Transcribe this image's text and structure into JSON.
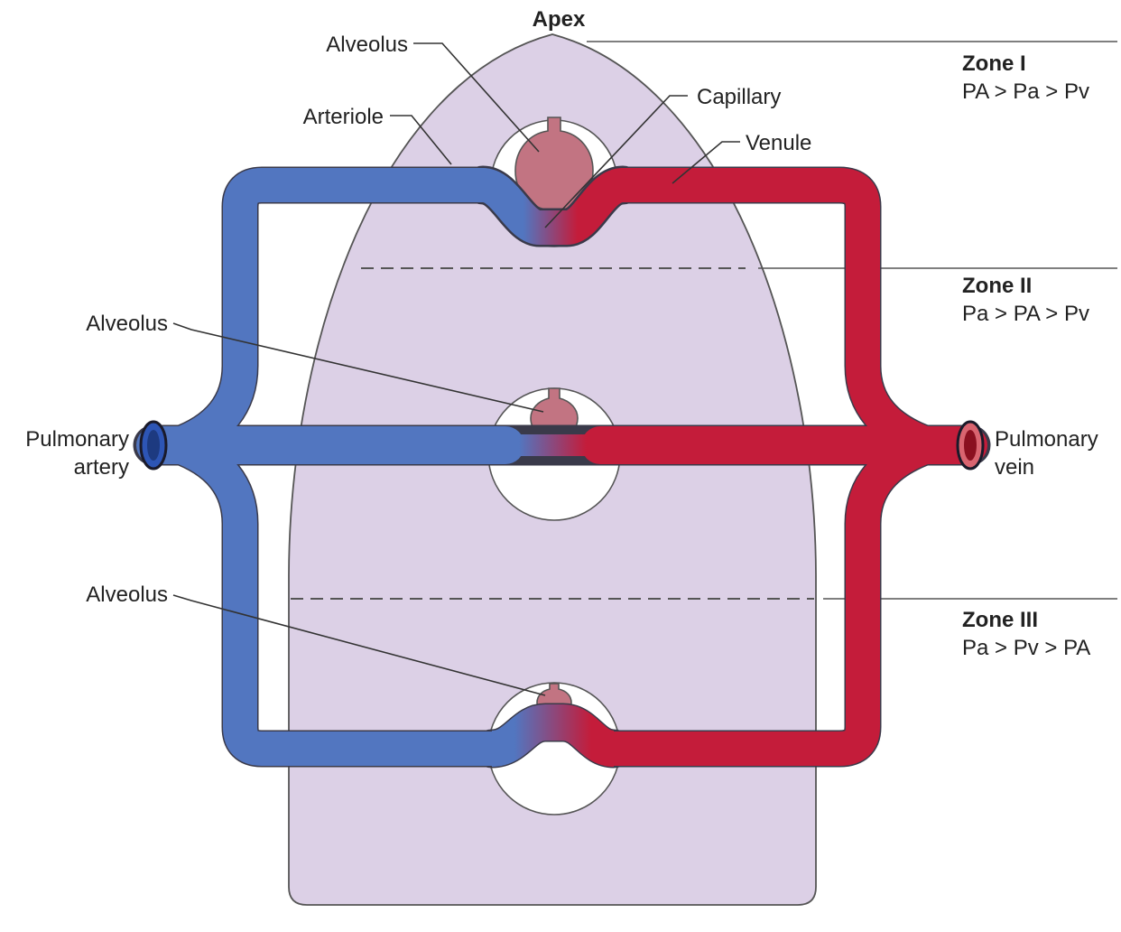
{
  "title": "Apex",
  "labels": {
    "alveolus_top": "Alveolus",
    "alveolus_mid": "Alveolus",
    "alveolus_bottom": "Alveolus",
    "arteriole": "Arteriole",
    "capillary": "Capillary",
    "venule": "Venule",
    "pulmonary_artery_line1": "Pulmonary",
    "pulmonary_artery_line2": "artery",
    "pulmonary_vein_line1": "Pulmonary",
    "pulmonary_vein_line2": "vein"
  },
  "zones": [
    {
      "name": "Zone I",
      "relation": "PA > Pa > Pv"
    },
    {
      "name": "Zone II",
      "relation": "Pa > PA > Pv"
    },
    {
      "name": "Zone III",
      "relation": "Pa > Pv > PA"
    }
  ],
  "colors": {
    "arterial_blue": "#5276c0",
    "venous_red": "#c41c3a",
    "lung_fill": "#dcd0e6",
    "alveolus_fill": "#c27482"
  }
}
